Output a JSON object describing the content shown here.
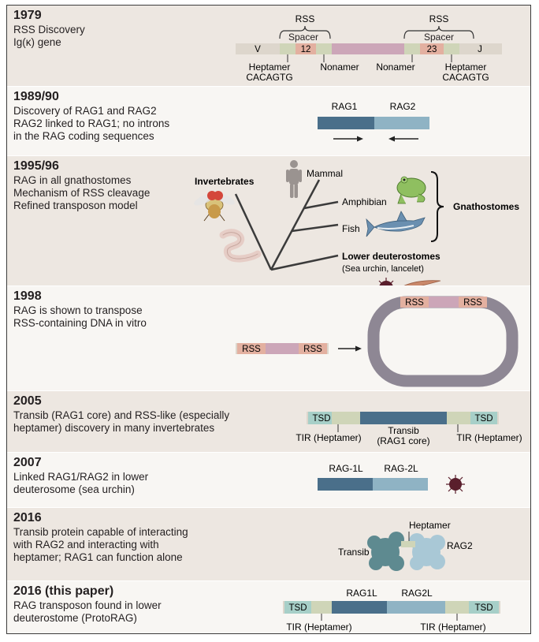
{
  "colors": {
    "row_shade": "#ede7e1",
    "row_white": "#f8f6f3",
    "rss_green": "#cfd5b8",
    "rss_red": "#e3b0a0",
    "spacer_pink": "#cca6b8",
    "rag1_blue": "#4a6f8a",
    "rag2_lightblue": "#8fb3c4",
    "tsd_teal": "#a7cfc8",
    "gray_bar": "#ddd6cc",
    "plasmid_gray": "#8e8794"
  },
  "rows": [
    {
      "year": "1979",
      "lines": [
        "RSS Discovery",
        "Ig(κ) gene"
      ],
      "figure": {
        "rss_left": "RSS",
        "rss_right": "RSS",
        "spacer_left": "Spacer",
        "spacer_right": "Spacer",
        "v": "V",
        "spacer12": "12",
        "spacer23": "23",
        "j": "J",
        "heptamer_left": "Heptamer",
        "heptamer_left_seq": "CACAGTG",
        "nonamer_left": "Nonamer",
        "nonamer_right": "Nonamer",
        "heptamer_right": "Heptamer",
        "heptamer_right_seq": "CACAGTG"
      }
    },
    {
      "year": "1989/90",
      "lines": [
        "Discovery of RAG1 and RAG2",
        "RAG2 linked to RAG1; no introns",
        "in the RAG coding sequences"
      ],
      "figure": {
        "rag1": "RAG1",
        "rag2": "RAG2"
      }
    },
    {
      "year": "1995/96",
      "lines": [
        "RAG in all gnathostomes",
        "Mechanism of RSS cleavage",
        "Refined transposon model"
      ],
      "figure": {
        "invertebrates": "Invertebrates",
        "mammal": "Mammal",
        "amphibian": "Amphibian",
        "fish": "Fish",
        "gnathostomes": "Gnathostomes",
        "lower_deut": "Lower deuterostomes",
        "lower_deut_sub": "(Sea urchin, lancelet)"
      }
    },
    {
      "year": "1998",
      "lines": [
        "RAG is shown to transpose",
        "RSS-containing DNA in vitro"
      ],
      "figure": {
        "rss_a": "RSS",
        "rss_b": "RSS",
        "rss_c": "RSS",
        "rss_d": "RSS"
      }
    },
    {
      "year": "2005",
      "lines": [
        "Transib (RAG1 core) and RSS-like (especially",
        "heptamer) discovery in many invertebrates"
      ],
      "figure": {
        "tsd_left": "TSD",
        "tsd_right": "TSD",
        "transib": "Transib",
        "transib_sub": "(RAG1 core)",
        "tir_left": "TIR (Heptamer)",
        "tir_right": "TIR (Heptamer)"
      }
    },
    {
      "year": "2007",
      "lines": [
        "Linked RAG1/RAG2 in lower",
        "deuterosome (sea urchin)"
      ],
      "figure": {
        "rag1l": "RAG-1L",
        "rag2l": "RAG-2L"
      }
    },
    {
      "year": "2016",
      "lines": [
        "Transib protein capable of interacting",
        "with RAG2 and interacting with",
        "heptamer; RAG1 can function alone"
      ],
      "figure": {
        "heptamer": "Heptamer",
        "transib": "Transib",
        "rag2": "RAG2"
      }
    },
    {
      "year": "2016 (this paper)",
      "lines": [
        "RAG transposon found in lower",
        "deuterostome (ProtoRAG)"
      ],
      "figure": {
        "tsd_left": "TSD",
        "tsd_right": "TSD",
        "rag1l": "RAG1L",
        "rag2l": "RAG2L",
        "tir_left": "TIR (Heptamer)",
        "tir_right": "TIR (Heptamer)"
      }
    }
  ]
}
